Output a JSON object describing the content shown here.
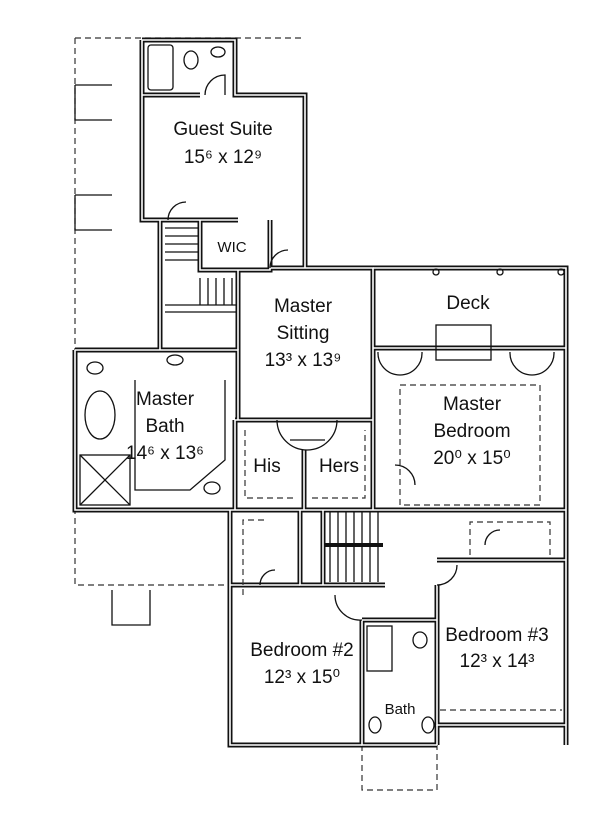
{
  "plan": {
    "rooms": [
      {
        "name": "Guest Suite",
        "size": "15⁶ x 12⁹"
      },
      {
        "name": "WIC"
      },
      {
        "name": "Master Sitting",
        "line1": "Master",
        "line2": "Sitting",
        "size": "13³ x 13⁹"
      },
      {
        "name": "Deck"
      },
      {
        "name": "Master Bedroom",
        "line1": "Master",
        "line2": "Bedroom",
        "size": "20⁰ x 15⁰"
      },
      {
        "name": "Master Bath",
        "line1": "Master",
        "line2": "Bath",
        "size": "14⁶ x 13⁶"
      },
      {
        "name": "His"
      },
      {
        "name": "Hers"
      },
      {
        "name": "Bedroom #2",
        "size": "12³ x 15⁰"
      },
      {
        "name": "Bedroom #3",
        "size": "12³ x 14³"
      },
      {
        "name": "Bath"
      }
    ],
    "colors": {
      "line": "#111111",
      "background": "#ffffff"
    }
  }
}
